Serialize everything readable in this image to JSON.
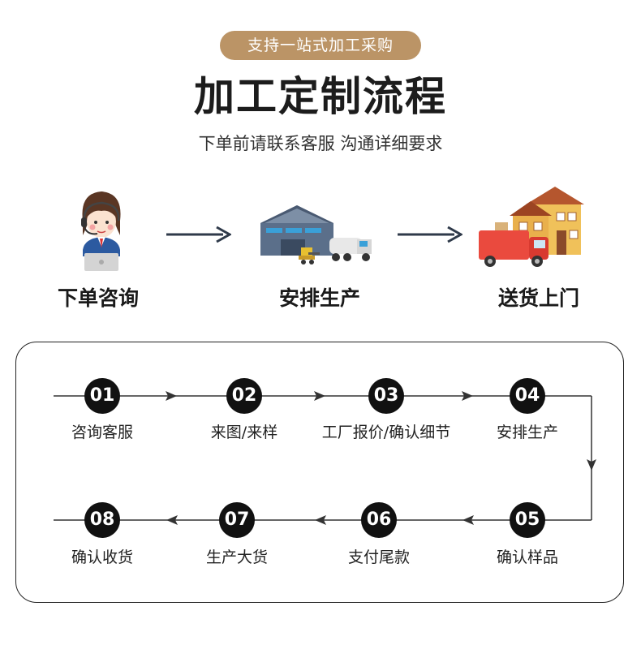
{
  "header": {
    "badge": "支持一站式加工采购",
    "title": "加工定制流程",
    "subtitle": "下单前请联系客服 沟通详细要求"
  },
  "top_steps": [
    {
      "label": "下单咨询",
      "icon": "customer-service-icon"
    },
    {
      "label": "安排生产",
      "icon": "factory-icon"
    },
    {
      "label": "送货上门",
      "icon": "delivery-house-icon"
    }
  ],
  "flow": {
    "nodes": [
      {
        "num": "01",
        "label": "咨询客服"
      },
      {
        "num": "02",
        "label": "来图/来样"
      },
      {
        "num": "03",
        "label": "工厂报价/确认细节"
      },
      {
        "num": "04",
        "label": "安排生产"
      },
      {
        "num": "05",
        "label": "确认样品"
      },
      {
        "num": "06",
        "label": "支付尾款"
      },
      {
        "num": "07",
        "label": "生产大货"
      },
      {
        "num": "08",
        "label": "确认收货"
      }
    ]
  },
  "colors": {
    "badge": "#bb9466",
    "arrow": "#2f3a4a",
    "node": "#111111"
  }
}
